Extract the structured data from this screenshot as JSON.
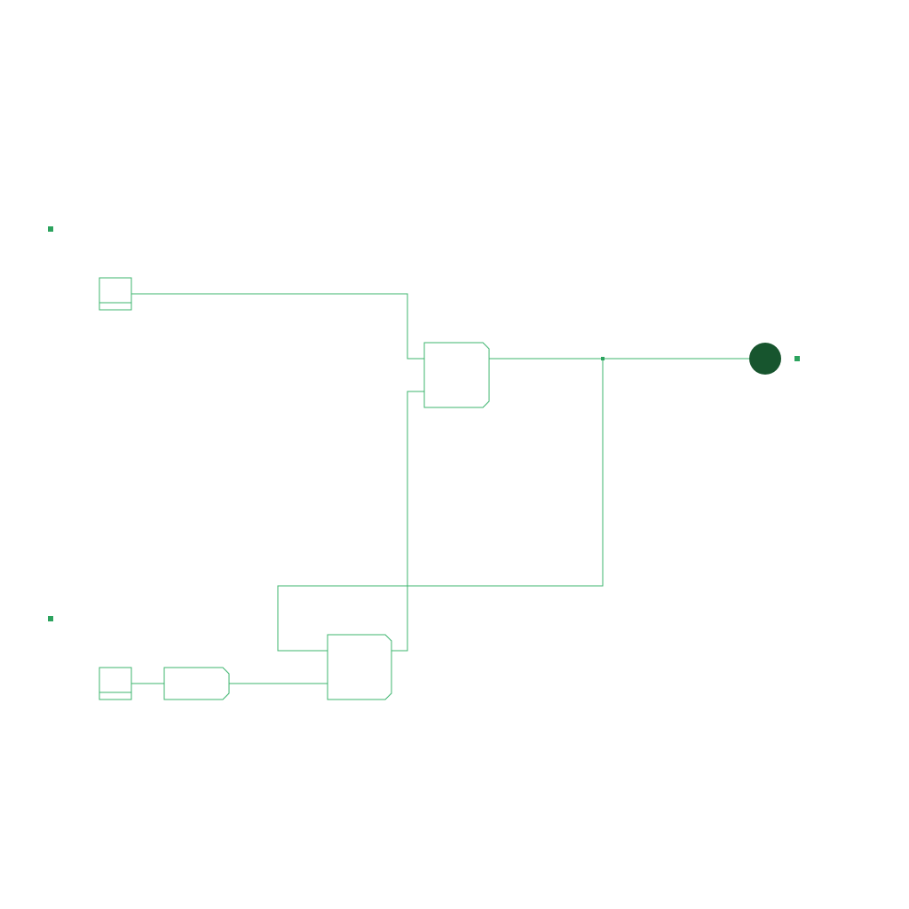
{
  "colors": {
    "background": "#ffffff",
    "wire": "#3cb46e",
    "part_outline": "#3cb46e",
    "marker": "#2ca35e",
    "led_fill": "#17552e"
  },
  "circuit": {
    "inputs": [
      {
        "id": "input-a",
        "icon": "input-switch-icon"
      },
      {
        "id": "input-b",
        "icon": "input-switch-icon"
      }
    ],
    "gates": [
      {
        "id": "gate-top",
        "icon": "logic-gate-icon",
        "inputs": 2
      },
      {
        "id": "gate-bottom",
        "icon": "logic-gate-icon",
        "inputs": 2
      },
      {
        "id": "gate-buffer",
        "icon": "logic-gate-icon",
        "inputs": 1
      }
    ],
    "outputs": [
      {
        "id": "output-led",
        "icon": "led-icon",
        "state": "on"
      }
    ],
    "junctions": 1,
    "markers": 3
  }
}
